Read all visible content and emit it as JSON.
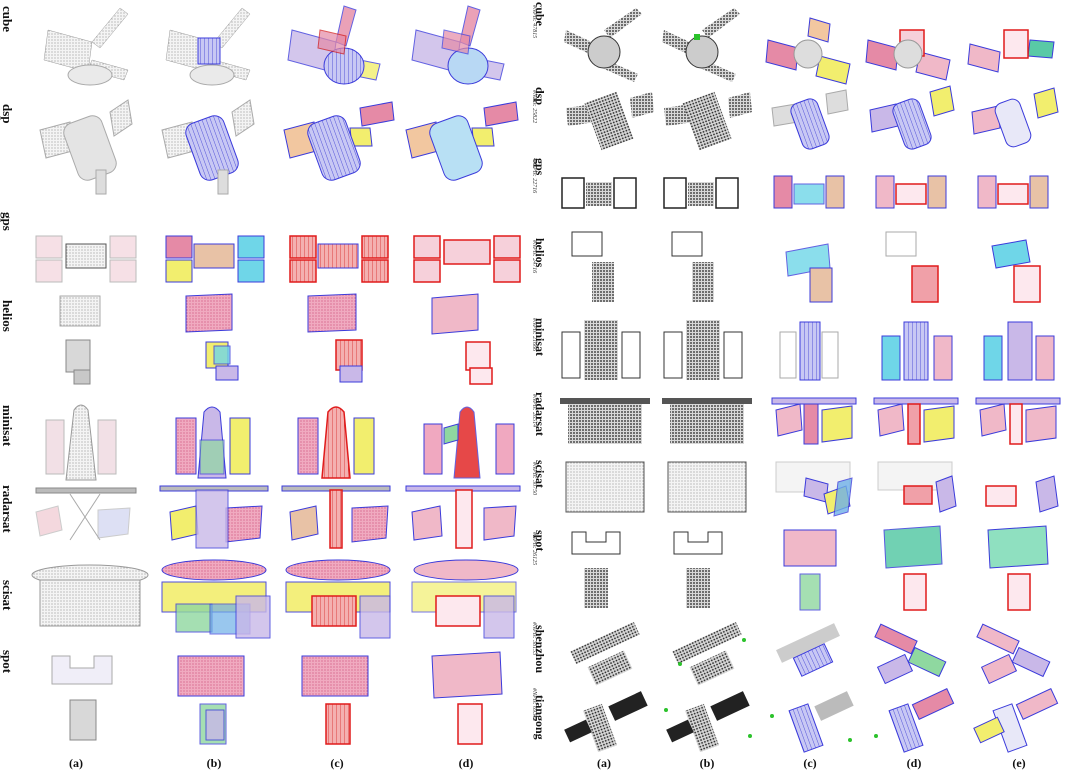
{
  "left_figure": {
    "row_labels": [
      "cube",
      "dsp",
      "gps",
      "helios",
      "minisat",
      "radarsat",
      "scisat",
      "spot"
    ],
    "column_captions": [
      "(a)",
      "(b)",
      "(c)",
      "(d)"
    ]
  },
  "right_figure": {
    "row_labels": [
      "cube",
      "dsp",
      "gps",
      "helios",
      "minisat",
      "radarsat",
      "scisat",
      "spot",
      "shenzhou",
      "tiangong"
    ],
    "sample_ids": [
      "#NPts: 47815",
      "#NPts: 25822",
      "#NPts: 22716",
      "#NPts: 24716",
      "#NPts: 21666",
      "#NPts: 26514",
      "#NPts: 30750",
      "#NPts: 26125",
      "#NPts: 38153",
      "#NPts: 69372"
    ],
    "column_captions": [
      "(a)",
      "(b)",
      "(c)",
      "(d)",
      "(e)"
    ]
  },
  "colors": {
    "point_cloud": "#8a8a8a",
    "primitive_pink": "#e58aa6",
    "primitive_blue": "#3b3bdb",
    "primitive_red": "#e01b1b",
    "primitive_yellow": "#f2ee6e",
    "primitive_cyan": "#6fd6e8",
    "primitive_teal": "#59c9a6",
    "noise_green": "#2bc22b"
  }
}
